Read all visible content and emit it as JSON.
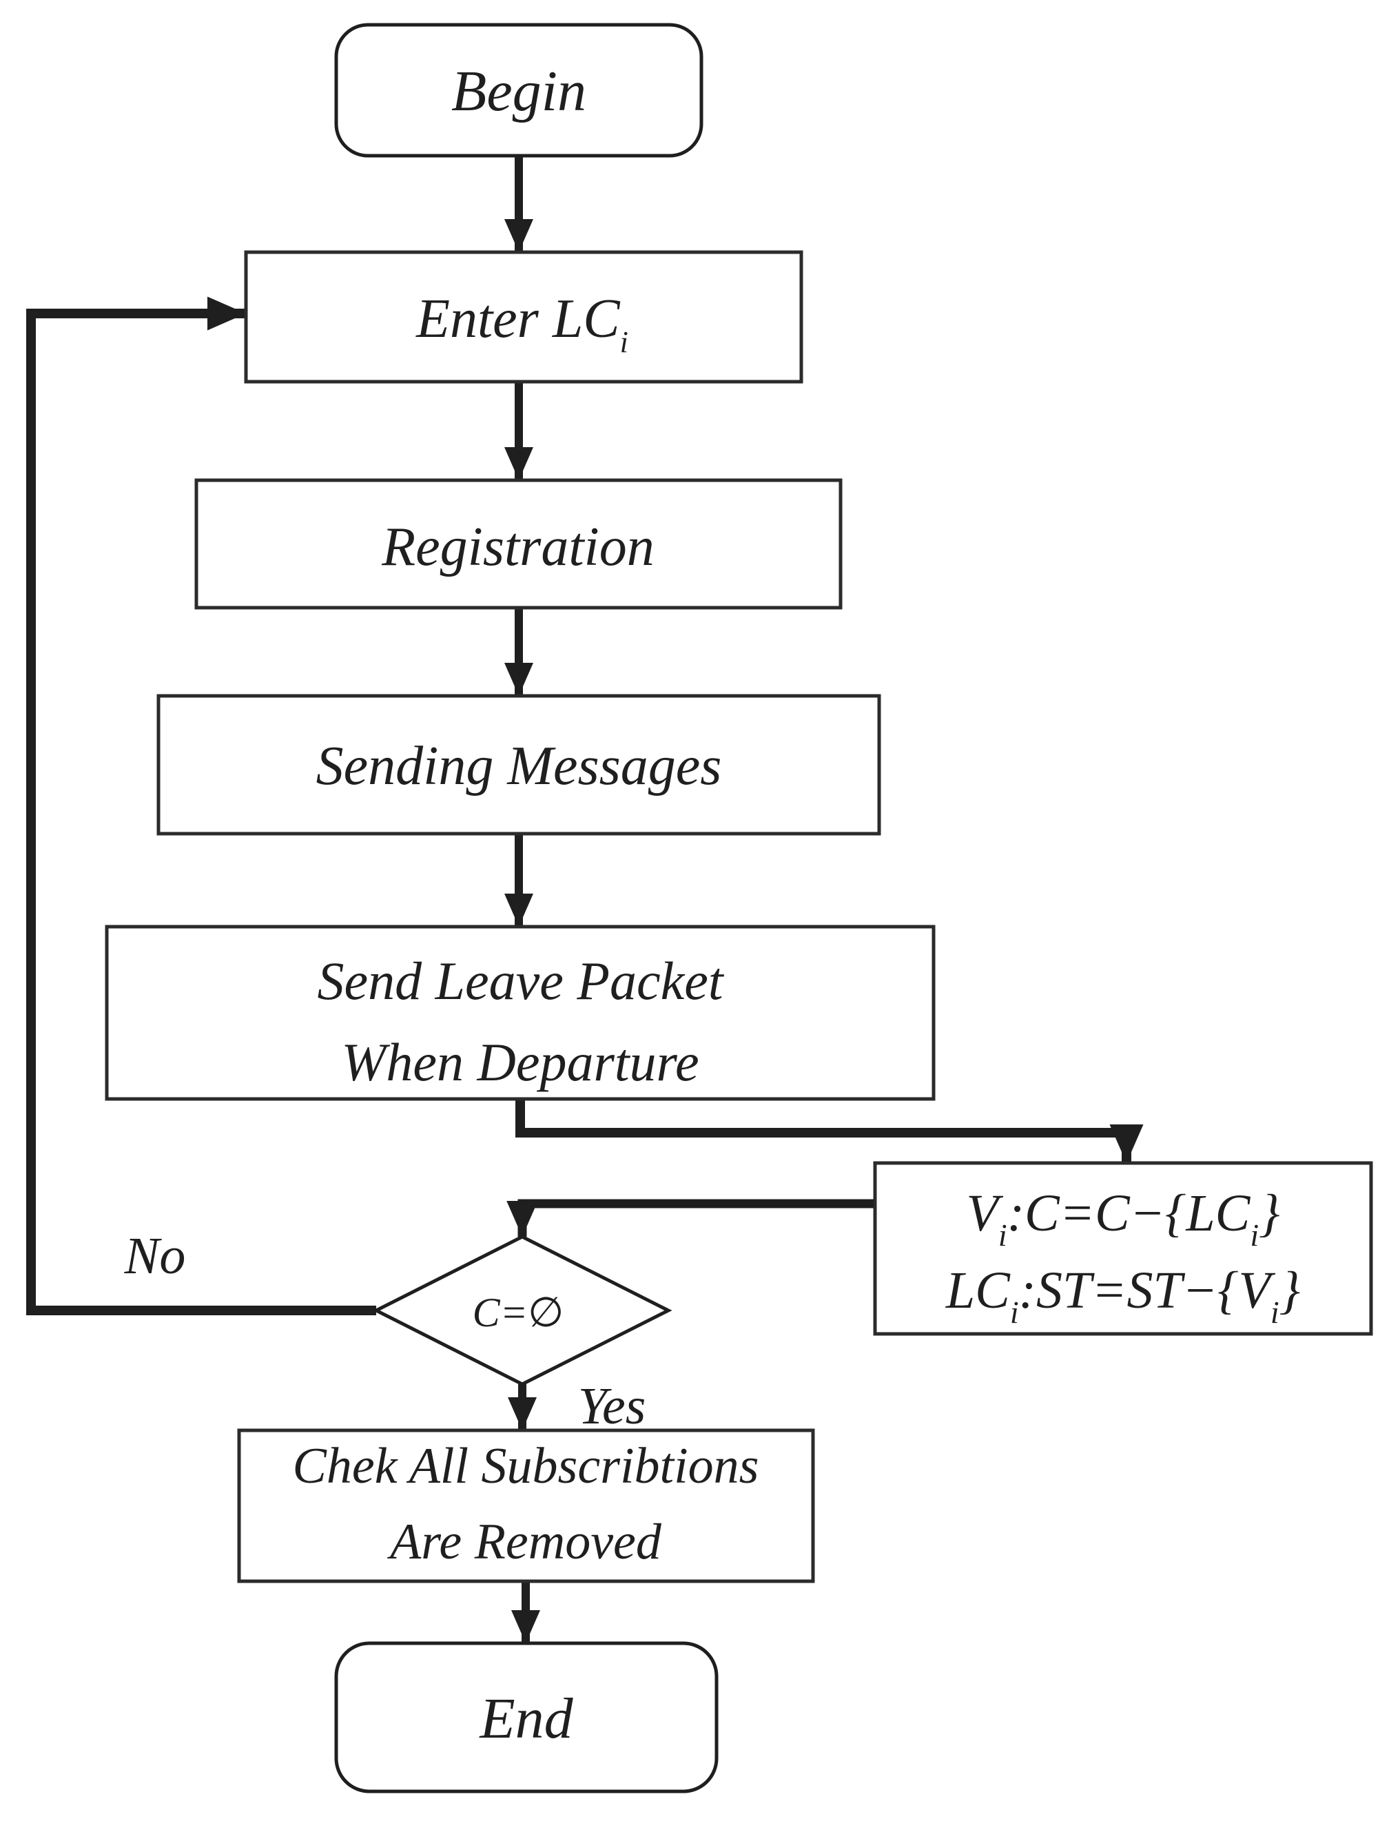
{
  "diagram": {
    "title": "Leave / departure handling flowchart",
    "colors": {
      "ink": "#1f1f1f",
      "box_stroke": "#2b2b2b",
      "background": "#ffffff"
    },
    "nodes": {
      "begin": {
        "label": "Begin",
        "type": "terminator"
      },
      "enter": {
        "main": "Enter LC",
        "sub": "i",
        "type": "process"
      },
      "registration": {
        "label": "Registration",
        "type": "process"
      },
      "sending": {
        "label": "Sending Messages",
        "type": "process"
      },
      "leave": {
        "line1": "Send Leave Packet",
        "line2": "When Departure",
        "type": "process"
      },
      "update": {
        "type": "process",
        "line1": {
          "p1": "V",
          "sub1": "i",
          "p2": ":C=C−",
          "p3": "{LC",
          "sub2": "i",
          "p4": "}"
        },
        "line2": {
          "p1": "LC",
          "sub1": "i",
          "p2": ":ST=ST−",
          "p3": "{V",
          "sub2": "i",
          "p4": "}"
        }
      },
      "decision": {
        "label": "C=∅",
        "type": "decision"
      },
      "check": {
        "line1": "Chek All Subscribtions",
        "line2": "Are Removed",
        "type": "process"
      },
      "end": {
        "label": "End",
        "type": "terminator"
      }
    },
    "edges": {
      "no_label": "No",
      "yes_label": "Yes"
    }
  }
}
